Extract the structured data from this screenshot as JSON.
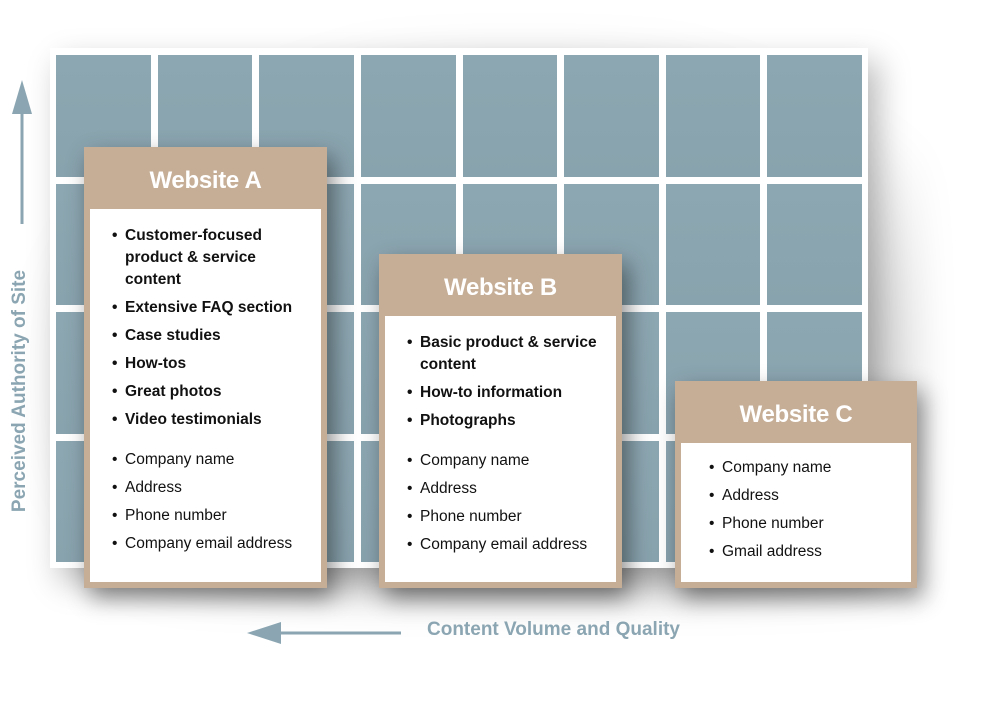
{
  "diagram": {
    "grid": {
      "rows": 4,
      "columns": 8
    },
    "colors": {
      "grid_cell": "#8ba6b2",
      "card_header": "#c6ae96",
      "axis": "#8ba6b2",
      "card_title_text": "#ffffff",
      "body_text": "#111111"
    },
    "axes": {
      "y_label": "Perceived Authority of Site",
      "y_direction": "up",
      "x_label": "Content Volume and Quality",
      "x_direction": "left"
    },
    "cards": [
      {
        "title": "Website A",
        "content_items": [
          "Customer-focused product & service content",
          "Extensive FAQ section",
          "Case studies",
          "How-tos",
          "Great photos",
          "Video testimonials"
        ],
        "contact_items": [
          "Company name",
          "Address",
          "Phone number",
          "Company email address"
        ]
      },
      {
        "title": "Website B",
        "content_items": [
          "Basic product & service content",
          "How-to information",
          "Photographs"
        ],
        "contact_items": [
          "Company name",
          "Address",
          "Phone number",
          "Company email address"
        ]
      },
      {
        "title": "Website C",
        "content_items": [],
        "contact_items": [
          "Company name",
          "Address",
          "Phone number",
          "Gmail address"
        ]
      }
    ]
  }
}
